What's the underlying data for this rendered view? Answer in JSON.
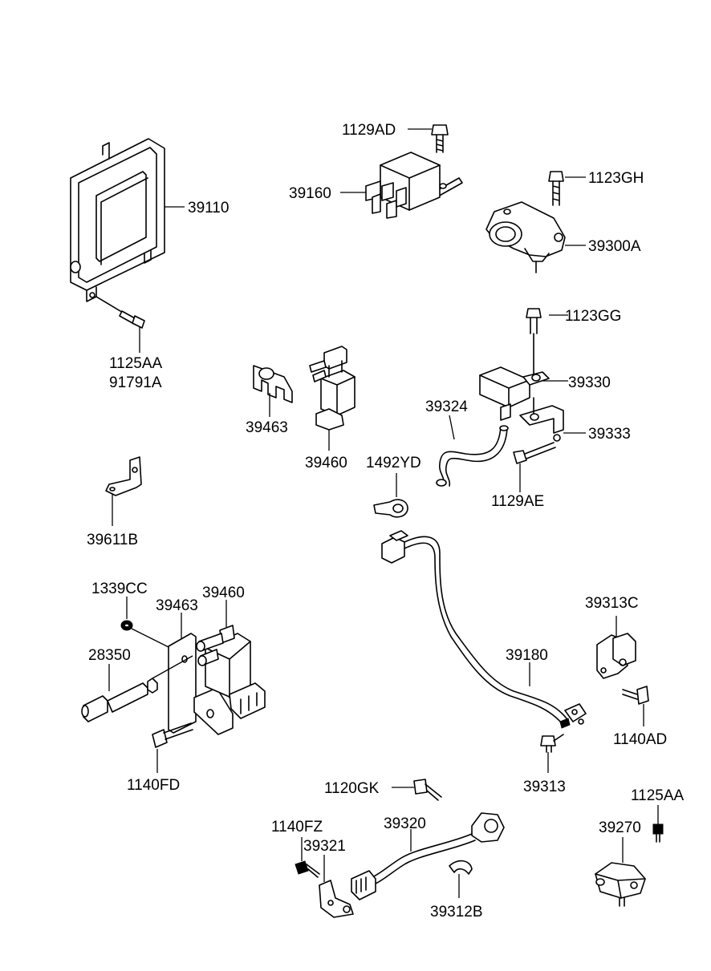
{
  "diagram": {
    "labels": {
      "p39110": "39110",
      "p1125AA_a": "1125AA",
      "p91791A": "91791A",
      "p1129AD": "1129AD",
      "p39160": "39160",
      "p1123GH": "1123GH",
      "p39300A": "39300A",
      "p1123GG": "1123GG",
      "p39330": "39330",
      "p39324": "39324",
      "p39333": "39333",
      "p1129AE": "1129AE",
      "p39463_a": "39463",
      "p39460_a": "39460",
      "p1492YD": "1492YD",
      "p39611B": "39611B",
      "p1339CC": "1339CC",
      "p39463_b": "39463",
      "p39460_b": "39460",
      "p28350": "28350",
      "p1140FD": "1140FD",
      "p39313C": "39313C",
      "p39180": "39180",
      "p1140AD": "1140AD",
      "p39313": "39313",
      "p1120GK": "1120GK",
      "p1125AA_b": "1125AA",
      "p1140FZ": "1140FZ",
      "p39320": "39320",
      "p39321": "39321",
      "p39270": "39270",
      "p39312B": "39312B"
    }
  }
}
